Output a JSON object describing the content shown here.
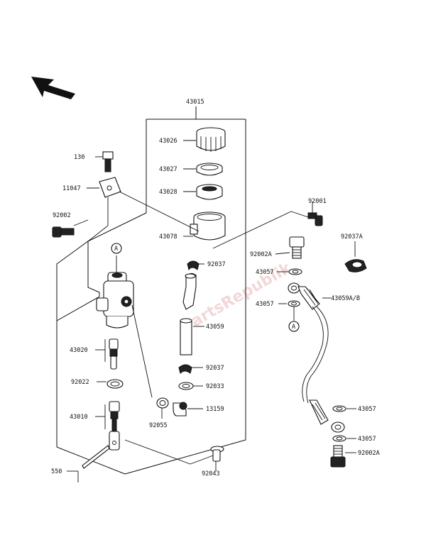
{
  "watermark": "PartsRepublik",
  "callout_letter": "A",
  "labels": {
    "p43015": "43015",
    "p43026": "43026",
    "p43027": "43027",
    "p43028": "43028",
    "p43078": "43078",
    "p130": "130",
    "p11047": "11047",
    "p92002": "92002",
    "p92001": "92001",
    "p92037a": "92037A",
    "p92002a_top": "92002A",
    "p43057": "43057",
    "p43059ab": "43059A/B",
    "p43057_b": "43057",
    "p92037_top": "92037",
    "p43059": "43059",
    "p92037_bot": "92037",
    "p92033": "92033",
    "p13159": "13159",
    "p92055": "92055",
    "p43020": "43020",
    "p92022": "92022",
    "p43010": "43010",
    "p550": "550",
    "p92043": "92043",
    "p43057_c": "43057",
    "p43057_d": "43057",
    "p92002a_bot": "92002A"
  }
}
